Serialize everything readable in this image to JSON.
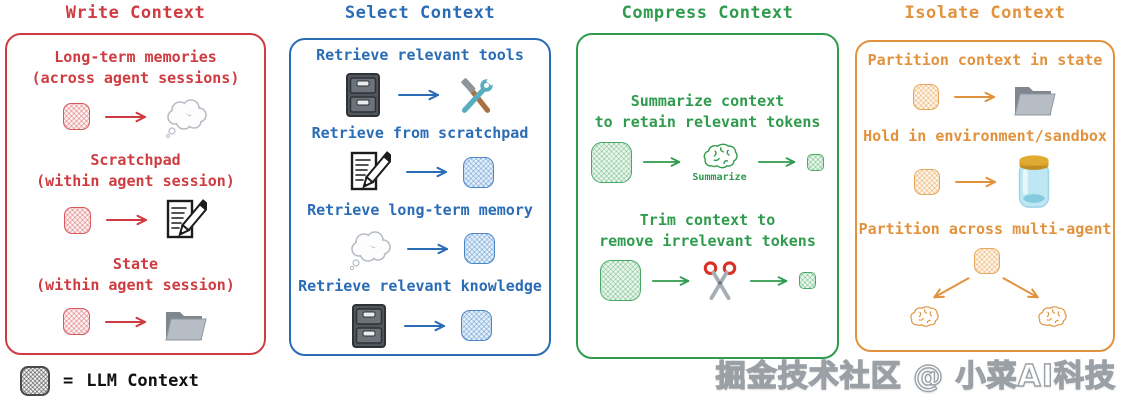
{
  "panels": [
    {
      "title": "Write Context",
      "accent_color": "#cf3b40",
      "items": [
        {
          "line1": "Long-term memories",
          "line2": "(across agent sessions)",
          "source_icon": "llm-context-square",
          "target_icon": "thought-cloud"
        },
        {
          "line1": "Scratchpad",
          "line2": "(within agent session)",
          "source_icon": "llm-context-square",
          "target_icon": "memo"
        },
        {
          "line1": "State",
          "line2": "(within agent session)",
          "source_icon": "llm-context-square",
          "target_icon": "folder"
        }
      ]
    },
    {
      "title": "Select Context",
      "accent_color": "#2a6cb5",
      "items": [
        {
          "label": "Retrieve relevant tools",
          "source_icon": "file-cabinet",
          "target_icon": "hammer-wrench"
        },
        {
          "label": "Retrieve from scratchpad",
          "source_icon": "memo",
          "target_icon": "llm-context-square"
        },
        {
          "label": "Retrieve long-term memory",
          "source_icon": "thought-cloud",
          "target_icon": "llm-context-square"
        },
        {
          "label": "Retrieve relevant knowledge",
          "source_icon": "file-cabinet",
          "target_icon": "llm-context-square"
        }
      ]
    },
    {
      "title": "Compress Context",
      "accent_color": "#2f9b4c",
      "items": [
        {
          "line1": "Summarize context",
          "line2": "to retain relevant tokens",
          "middle_icon": "brain",
          "middle_caption": "Summarize"
        },
        {
          "line1": "Trim context to",
          "line2": "remove irrelevant tokens",
          "middle_icon": "scissors",
          "middle_caption": ""
        }
      ]
    },
    {
      "title": "Isolate Context",
      "accent_color": "#e2923c",
      "items": [
        {
          "label": "Partition context in state",
          "source_icon": "llm-context-square",
          "target_icon": "folder"
        },
        {
          "label": "Hold in environment/sandbox",
          "source_icon": "llm-context-square",
          "target_icon": "jar"
        },
        {
          "label": "Partition across multi-agent",
          "source_icon": "llm-context-square",
          "target_icon": "brains"
        }
      ]
    }
  ],
  "legend": {
    "equals_sign": "=",
    "label": "LLM Context"
  },
  "watermark": "掘金技术社区 @ 小菜AI科技"
}
